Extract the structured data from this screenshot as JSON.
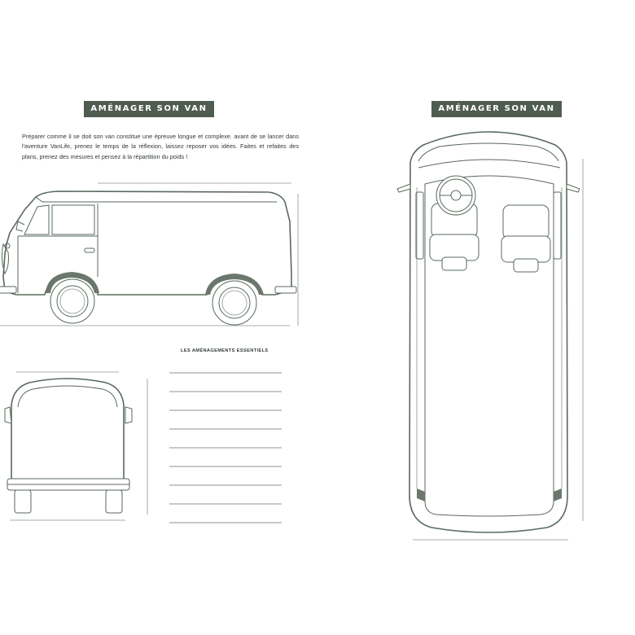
{
  "left_page": {
    "badge": "AMÉNAGER SON VAN",
    "intro": "Préparer comme il se doit son van constitue une épreuve longue et complexe. avant de se lancer dans l'aventure VanLife, prenez le temps de la réflexion, laissez reposer vos idées. Faites et refaites des plans, prenez des mesures et pensez à la répartition du poids !",
    "section_label": "LES AMÉNAGEMENTS ESSENTIELS",
    "note_lines": 9
  },
  "right_page": {
    "badge": "AMÉNAGER SON VAN"
  },
  "colors": {
    "badge_bg": "#4f5c50",
    "ink": "#5a6a5c",
    "paper": "#ffffff"
  }
}
